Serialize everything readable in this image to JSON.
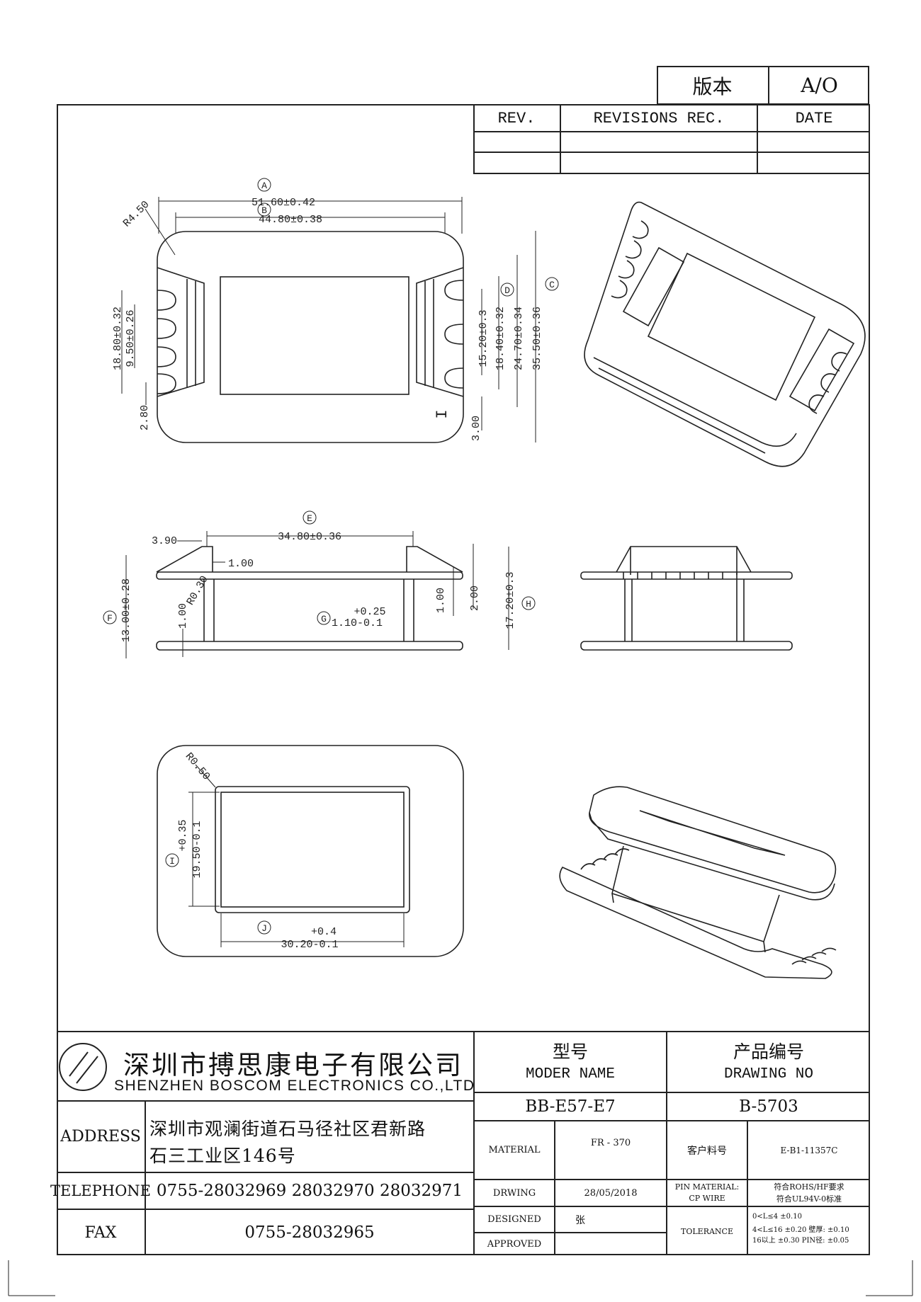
{
  "version_block": {
    "label": "版本",
    "value": "A/O"
  },
  "revisions": {
    "headers": [
      "REV.",
      "REVISIONS REC.",
      "DATE"
    ]
  },
  "views": {
    "top": {
      "markers": [
        "A",
        "B",
        "C",
        "D"
      ],
      "dims": {
        "a": "51.60±0.42",
        "b": "44.80±0.38",
        "r": "R4.50",
        "d1": "18.80±0.32",
        "d2": "9.50±0.26",
        "d3": "2.80",
        "d4": "15.20±0.3",
        "d5": "18.40±0.32",
        "d6": "24.70±0.34",
        "c": "35.50±0.36",
        "d7": "3.00",
        "pin1": "I"
      }
    },
    "side": {
      "markers": [
        "E",
        "F",
        "G",
        "H"
      ],
      "dims": {
        "e": "34.80±0.36",
        "w1": "3.90",
        "w2": "1.00",
        "r": "R0.30",
        "f": "13.00±0.28",
        "t1": "1.00",
        "g_tol": "+0.25",
        "g": "1.10-0.1",
        "t2": "1.00",
        "t3": "2.00",
        "h": "17.20±0.3"
      }
    },
    "bottom": {
      "markers": [
        "I",
        "J"
      ],
      "dims": {
        "r": "R0.50",
        "i_tol": "+0.35",
        "i": "19.50-0.1",
        "j_tol": "+0.4",
        "j": "30.20-0.1"
      }
    }
  },
  "company": {
    "name_cn": "深圳市搏思康电子有限公司",
    "name_en": "SHENZHEN BOSCOM ELECTRONICS CO.,LTD",
    "address_label": "ADDRESS",
    "address_line1": "深圳市观澜街道石马径社区君新路",
    "address_line2": "石三工业区146号",
    "telephone_label": "TELEPHONE",
    "telephone": "0755-28032969 28032970 28032971",
    "fax_label": "FAX",
    "fax": "0755-28032965"
  },
  "title_block": {
    "model_label_cn": "型号",
    "model_label_en": "MODER NAME",
    "model": "BB-E57-E7",
    "drawing_label_cn": "产品编号",
    "drawing_label_en": "DRAWING NO",
    "drawing_no": "B-5703",
    "material_label": "MATERIAL",
    "material": "FR - 370",
    "customer_code_label": "客户料号",
    "customer_code": "E-B1-11357C",
    "drwing_label": "DRWING",
    "drwing_date": "28/05/2018",
    "pin_material_label": "PIN MATERIAL:",
    "cp_wire_label": "CP WIRE",
    "rohs_note": "符合ROHS/HF要求",
    "ul_note": "符合UL94V-0标准",
    "designed_label": "DESIGNED",
    "designed": "张",
    "approved_label": "APPROVED",
    "tolerance_label": "TOLERANCE",
    "tolerance_line1": "0<L≤4  ±0.10",
    "tolerance_line2": "4<L≤16  ±0.20   壁厚:  ±0.10",
    "tolerance_line3": "16以上   ±0.30  PIN径: ±0.05"
  }
}
